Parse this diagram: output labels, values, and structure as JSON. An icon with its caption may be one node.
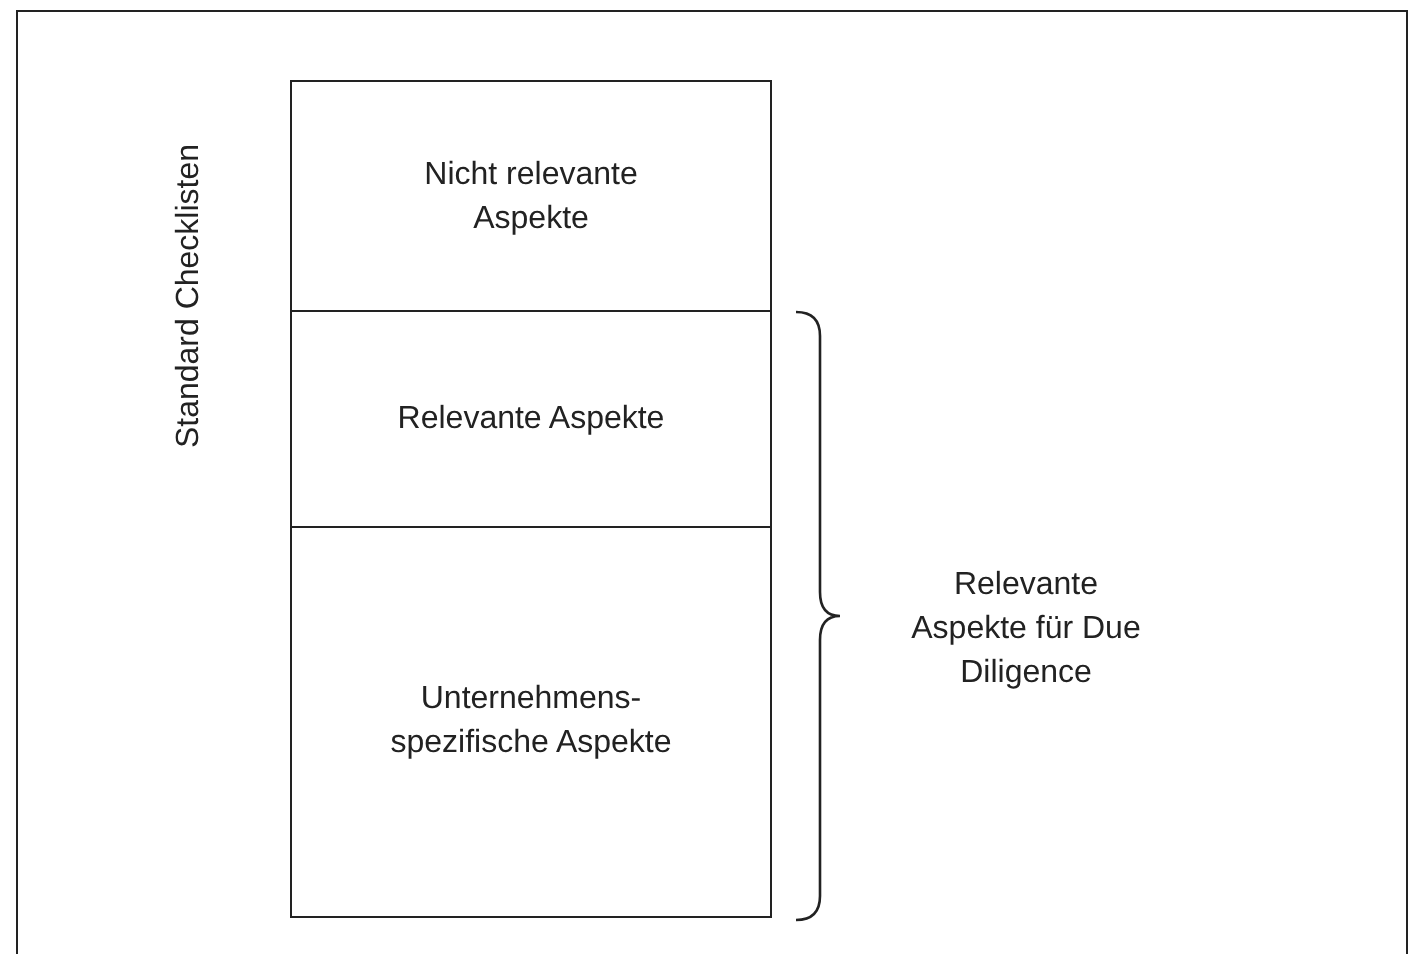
{
  "diagram": {
    "nodes": [
      {
        "text": [
          "Nicht relevante Aspekte"
        ]
      },
      {
        "text": [
          "Relevante Aspekte"
        ]
      },
      {
        "text": [
          "Unternehmens-spezifische Aspekte"
        ]
      }
    ],
    "labels": [
      "Standard Checklisten",
      "Relevante Aspekte für Due Diligence"
    ]
  }
}
